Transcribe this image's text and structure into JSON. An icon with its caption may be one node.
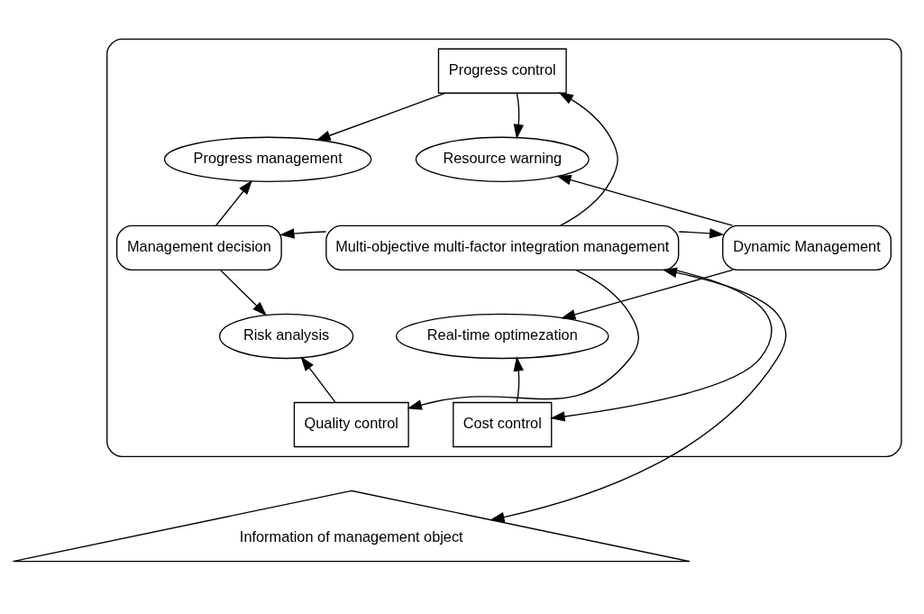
{
  "diagram": {
    "nodes": [
      {
        "text": [],
        "shape": "ellipse"
      },
      {
        "text": [
          "Progress control"
        ],
        "in": 0
      },
      {
        "text": [
          "Progress management"
        ],
        "in": 0
      },
      {
        "text": [
          "Resource warning"
        ],
        "in": 0
      },
      {
        "text": [
          "Management decision"
        ],
        "in": 0
      },
      {
        "text": [
          "Multi-objective multi-factor integration management"
        ],
        "in": 0
      },
      {
        "text": [
          "Dynamic Management"
        ],
        "in": 0
      },
      {
        "text": [
          "Risk analysis"
        ],
        "in": 0
      },
      {
        "text": [
          "Real-time optimezation"
        ],
        "in": 0
      },
      {
        "text": [
          "Quality control"
        ],
        "in": 0
      },
      {
        "text": [
          "Cost control"
        ],
        "in": 0
      },
      {
        "text": [
          "Information of management object"
        ]
      }
    ],
    "edges": [
      {
        "from": 1,
        "to": 2,
        "arrow": "to"
      },
      {
        "from": 1,
        "to": 3,
        "arrow": "to"
      },
      {
        "from": 5,
        "to": 1,
        "arrow": "to"
      },
      {
        "from": 4,
        "to": 2,
        "arrow": "to"
      },
      {
        "from": 6,
        "to": 3,
        "arrow": "to"
      },
      {
        "from": 5,
        "to": 4,
        "arrow": "to"
      },
      {
        "from": 5,
        "to": 6,
        "arrow": "to"
      },
      {
        "from": 4,
        "to": 7,
        "arrow": "to"
      },
      {
        "from": 6,
        "to": 8,
        "arrow": "to"
      },
      {
        "from": 9,
        "to": 7,
        "arrow": "to"
      },
      {
        "from": 10,
        "to": 8,
        "arrow": "to"
      },
      {
        "from": 5,
        "to": 9,
        "arrow": "to"
      },
      {
        "from": 5,
        "to": 10,
        "arrow": "to"
      },
      {
        "from": 5,
        "to": 11,
        "arrow": "both"
      }
    ]
  }
}
